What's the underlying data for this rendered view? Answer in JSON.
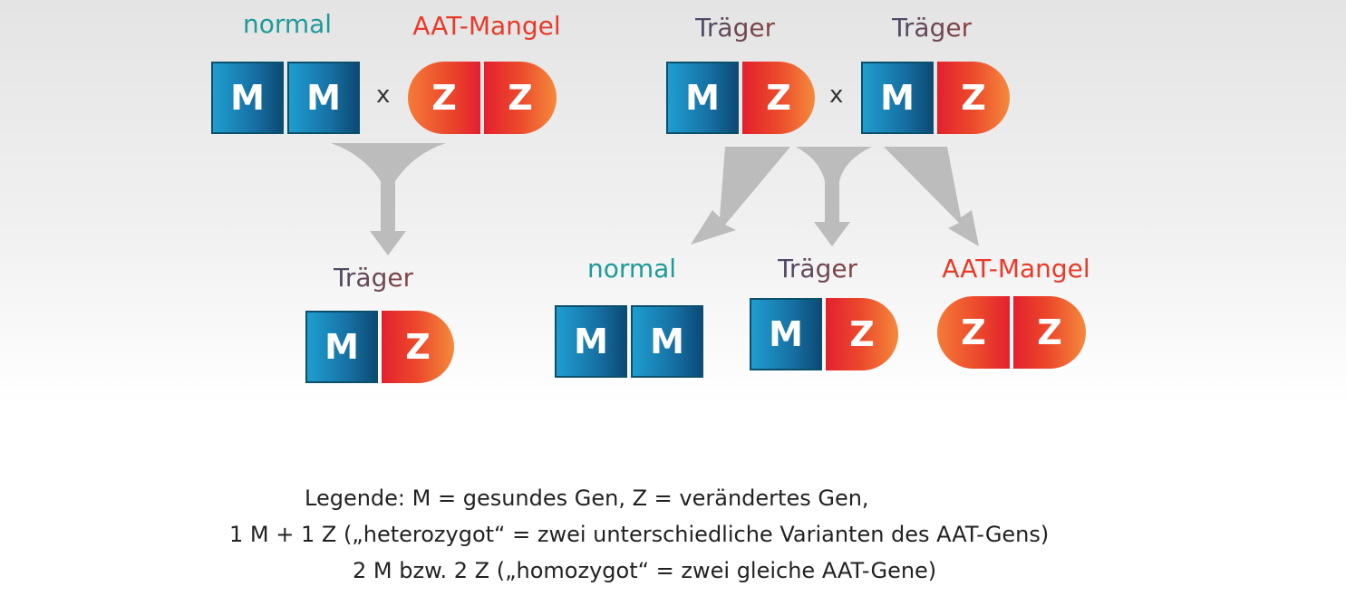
{
  "labels": {
    "normal": "normal",
    "mangel": "AAT-Mangel",
    "traeger": "Träger",
    "cross": "x"
  },
  "genes": {
    "M": "M",
    "Z": "Z"
  },
  "legend": {
    "line1": "Legende:  M = gesundes Gen, Z = verändertes Gen,",
    "line2": "1 M + 1 Z („heterozygot“ = zwei unterschiedliche Varianten des AAT-Gens)",
    "line3": "2 M bzw. 2 Z („homozygot“ = zwei gleiche AAT-Gene)"
  },
  "colors": {
    "normal": "#1f9a9a",
    "mangel": "#e83a2a",
    "gene_M": "#1670a3",
    "gene_Z": "#ec4a2c",
    "arrow": "#bdbdbd"
  }
}
